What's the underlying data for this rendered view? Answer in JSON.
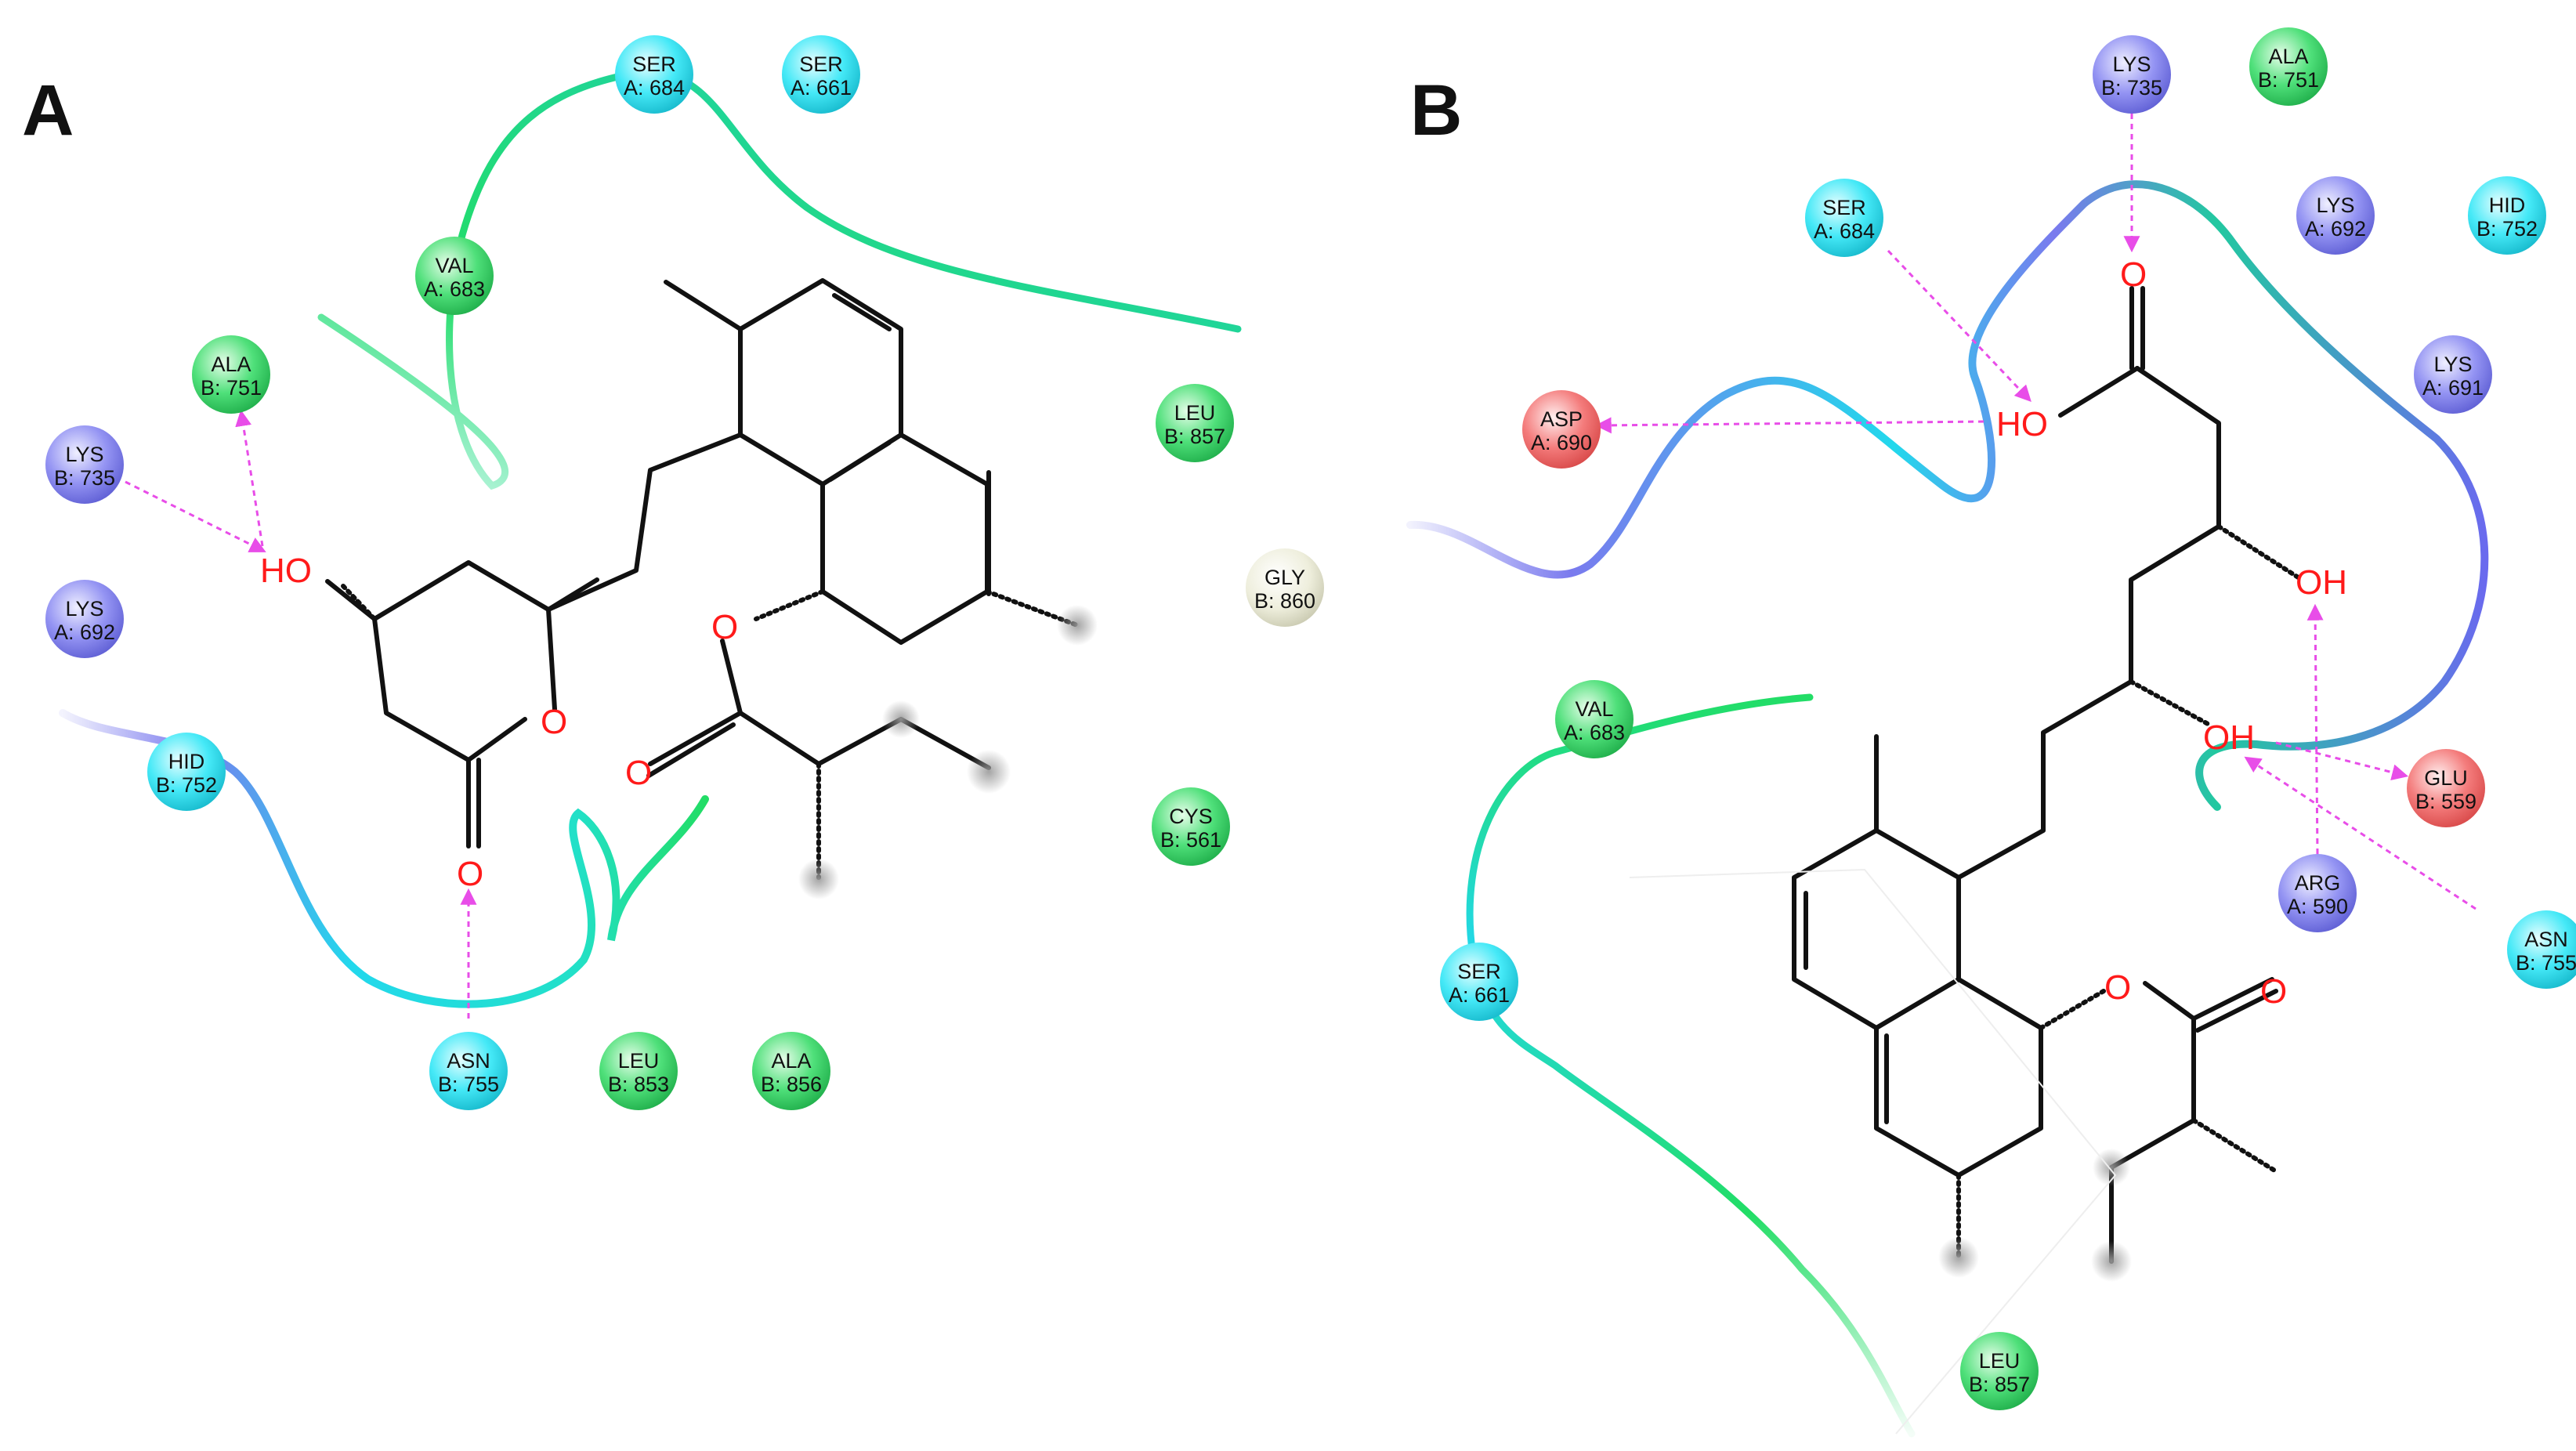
{
  "panels": [
    {
      "label": "A",
      "atoms": {
        "ho": "HO",
        "ring_o": "O",
        "carbonyl_o": "O",
        "ester_o": "O",
        "ester_co": "O"
      },
      "residues": [
        {
          "name": "SER",
          "num": "A: 684",
          "type": "polar"
        },
        {
          "name": "SER",
          "num": "A: 661",
          "type": "polar"
        },
        {
          "name": "VAL",
          "num": "A: 683",
          "type": "hydrophobic"
        },
        {
          "name": "ALA",
          "num": "B: 751",
          "type": "hydrophobic"
        },
        {
          "name": "LYS",
          "num": "B: 735",
          "type": "positive"
        },
        {
          "name": "LYS",
          "num": "A: 692",
          "type": "positive"
        },
        {
          "name": "HID",
          "num": "B: 752",
          "type": "polar"
        },
        {
          "name": "LEU",
          "num": "B: 857",
          "type": "hydrophobic"
        },
        {
          "name": "GLY",
          "num": "B: 860",
          "type": "glycine"
        },
        {
          "name": "CYS",
          "num": "B: 561",
          "type": "hydrophobic"
        },
        {
          "name": "ASN",
          "num": "B: 755",
          "type": "polar"
        },
        {
          "name": "LEU",
          "num": "B: 853",
          "type": "hydrophobic"
        },
        {
          "name": "ALA",
          "num": "B: 856",
          "type": "hydrophobic"
        }
      ]
    },
    {
      "label": "B",
      "atoms": {
        "acid_o": "O",
        "acid_ho": "HO",
        "oh1": "OH",
        "oh2": "OH",
        "ester_o": "O",
        "ester_co": "O"
      },
      "residues": [
        {
          "name": "LYS",
          "num": "B: 735",
          "type": "positive"
        },
        {
          "name": "ALA",
          "num": "B: 751",
          "type": "hydrophobic"
        },
        {
          "name": "SER",
          "num": "A: 684",
          "type": "polar"
        },
        {
          "name": "LYS",
          "num": "A: 692",
          "type": "positive"
        },
        {
          "name": "HID",
          "num": "B: 752",
          "type": "polar"
        },
        {
          "name": "LYS",
          "num": "A: 691",
          "type": "positive"
        },
        {
          "name": "ASP",
          "num": "A: 690",
          "type": "negative"
        },
        {
          "name": "VAL",
          "num": "A: 683",
          "type": "hydrophobic"
        },
        {
          "name": "GLU",
          "num": "B: 559",
          "type": "negative"
        },
        {
          "name": "ARG",
          "num": "A: 590",
          "type": "positive"
        },
        {
          "name": "ASN",
          "num": "B: 755",
          "type": "polar"
        },
        {
          "name": "SER",
          "num": "A: 661",
          "type": "polar"
        },
        {
          "name": "LEU",
          "num": "B: 857",
          "type": "hydrophobic"
        }
      ]
    }
  ],
  "colors": {
    "polar": "#37e6f5",
    "hydrophobic": "#3fdc6a",
    "positive": "#8a8af0",
    "negative": "#f06a6a",
    "glycine": "#e4e4d0",
    "hbond": "#e84de8",
    "atom": "#ff1a1a"
  }
}
